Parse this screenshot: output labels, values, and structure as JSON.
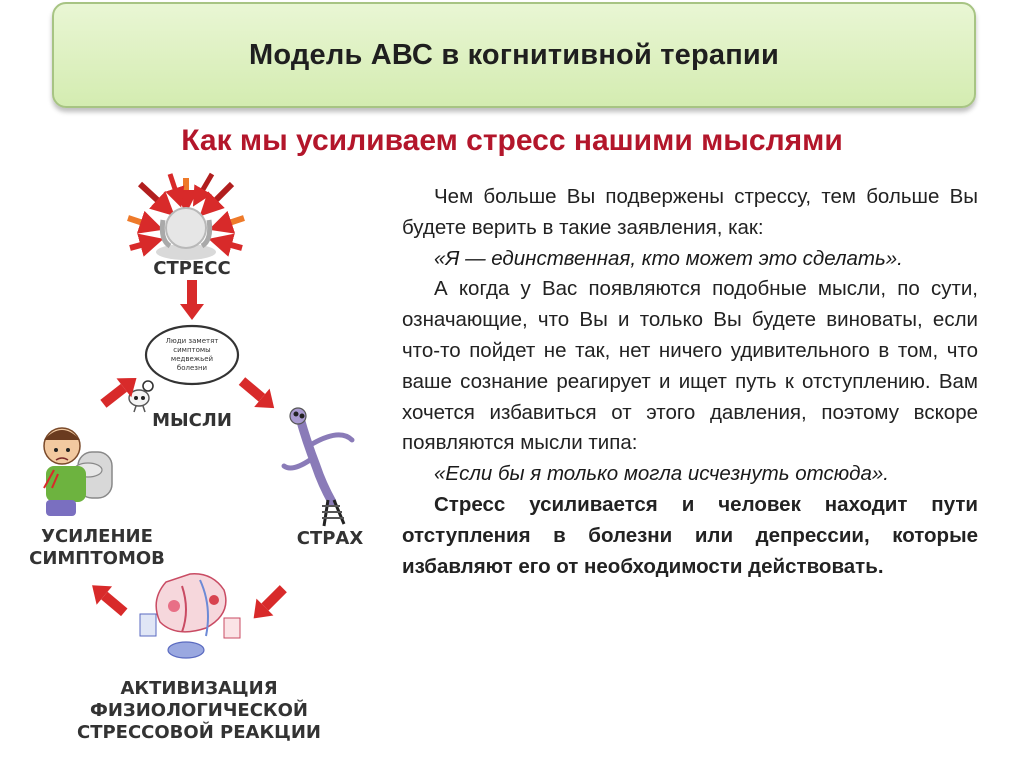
{
  "header": {
    "title": "Модель АВС в когнитивной терапии"
  },
  "subtitle": "Как мы усиливаем стресс нашими мыслями",
  "diagram": {
    "labels": {
      "stress": "СТРЕСС",
      "thoughts": "МЫСЛИ",
      "fear": "СТРАХ",
      "symptoms_line1": "УСИЛЕНИЕ",
      "symptoms_line2": "СИМПТОМОВ",
      "reaction_line1": "АКТИВИЗАЦИЯ ФИЗИОЛОГИЧЕСКОЙ",
      "reaction_line2": "СТРЕССОВОЙ РЕАКЦИИ"
    },
    "bubble_lines": [
      "Люди заметят",
      "симптомы",
      "медвежьей",
      "болезни"
    ],
    "colors": {
      "arrow": "#d82a2a",
      "arrow_dark": "#a01818",
      "accent_orange": "#ee7a2a"
    }
  },
  "body": {
    "p1": "Чем больше Вы подвержены стрессу, тем больше Вы будете верить в такие заявления, как:",
    "q1": "«Я — единственная, кто может это сделать».",
    "p2": "А когда у Вас появляются подобные мысли, по сути, означающие, что Вы и только Вы будете виноваты, если что-то пойдет не так, нет ничего удивительного в том, что ваше сознание реагирует и ищет путь к отступлению. Вам хочется избавиться от этого давления, поэтому вскоре появляются мысли типа:",
    "q2": "«Если бы я только могла исчезнуть отсюда».",
    "p3": "Стресс усиливается и человек находит пути отступления в болезни или депрессии, которые избавляют его от необходимости действовать."
  }
}
